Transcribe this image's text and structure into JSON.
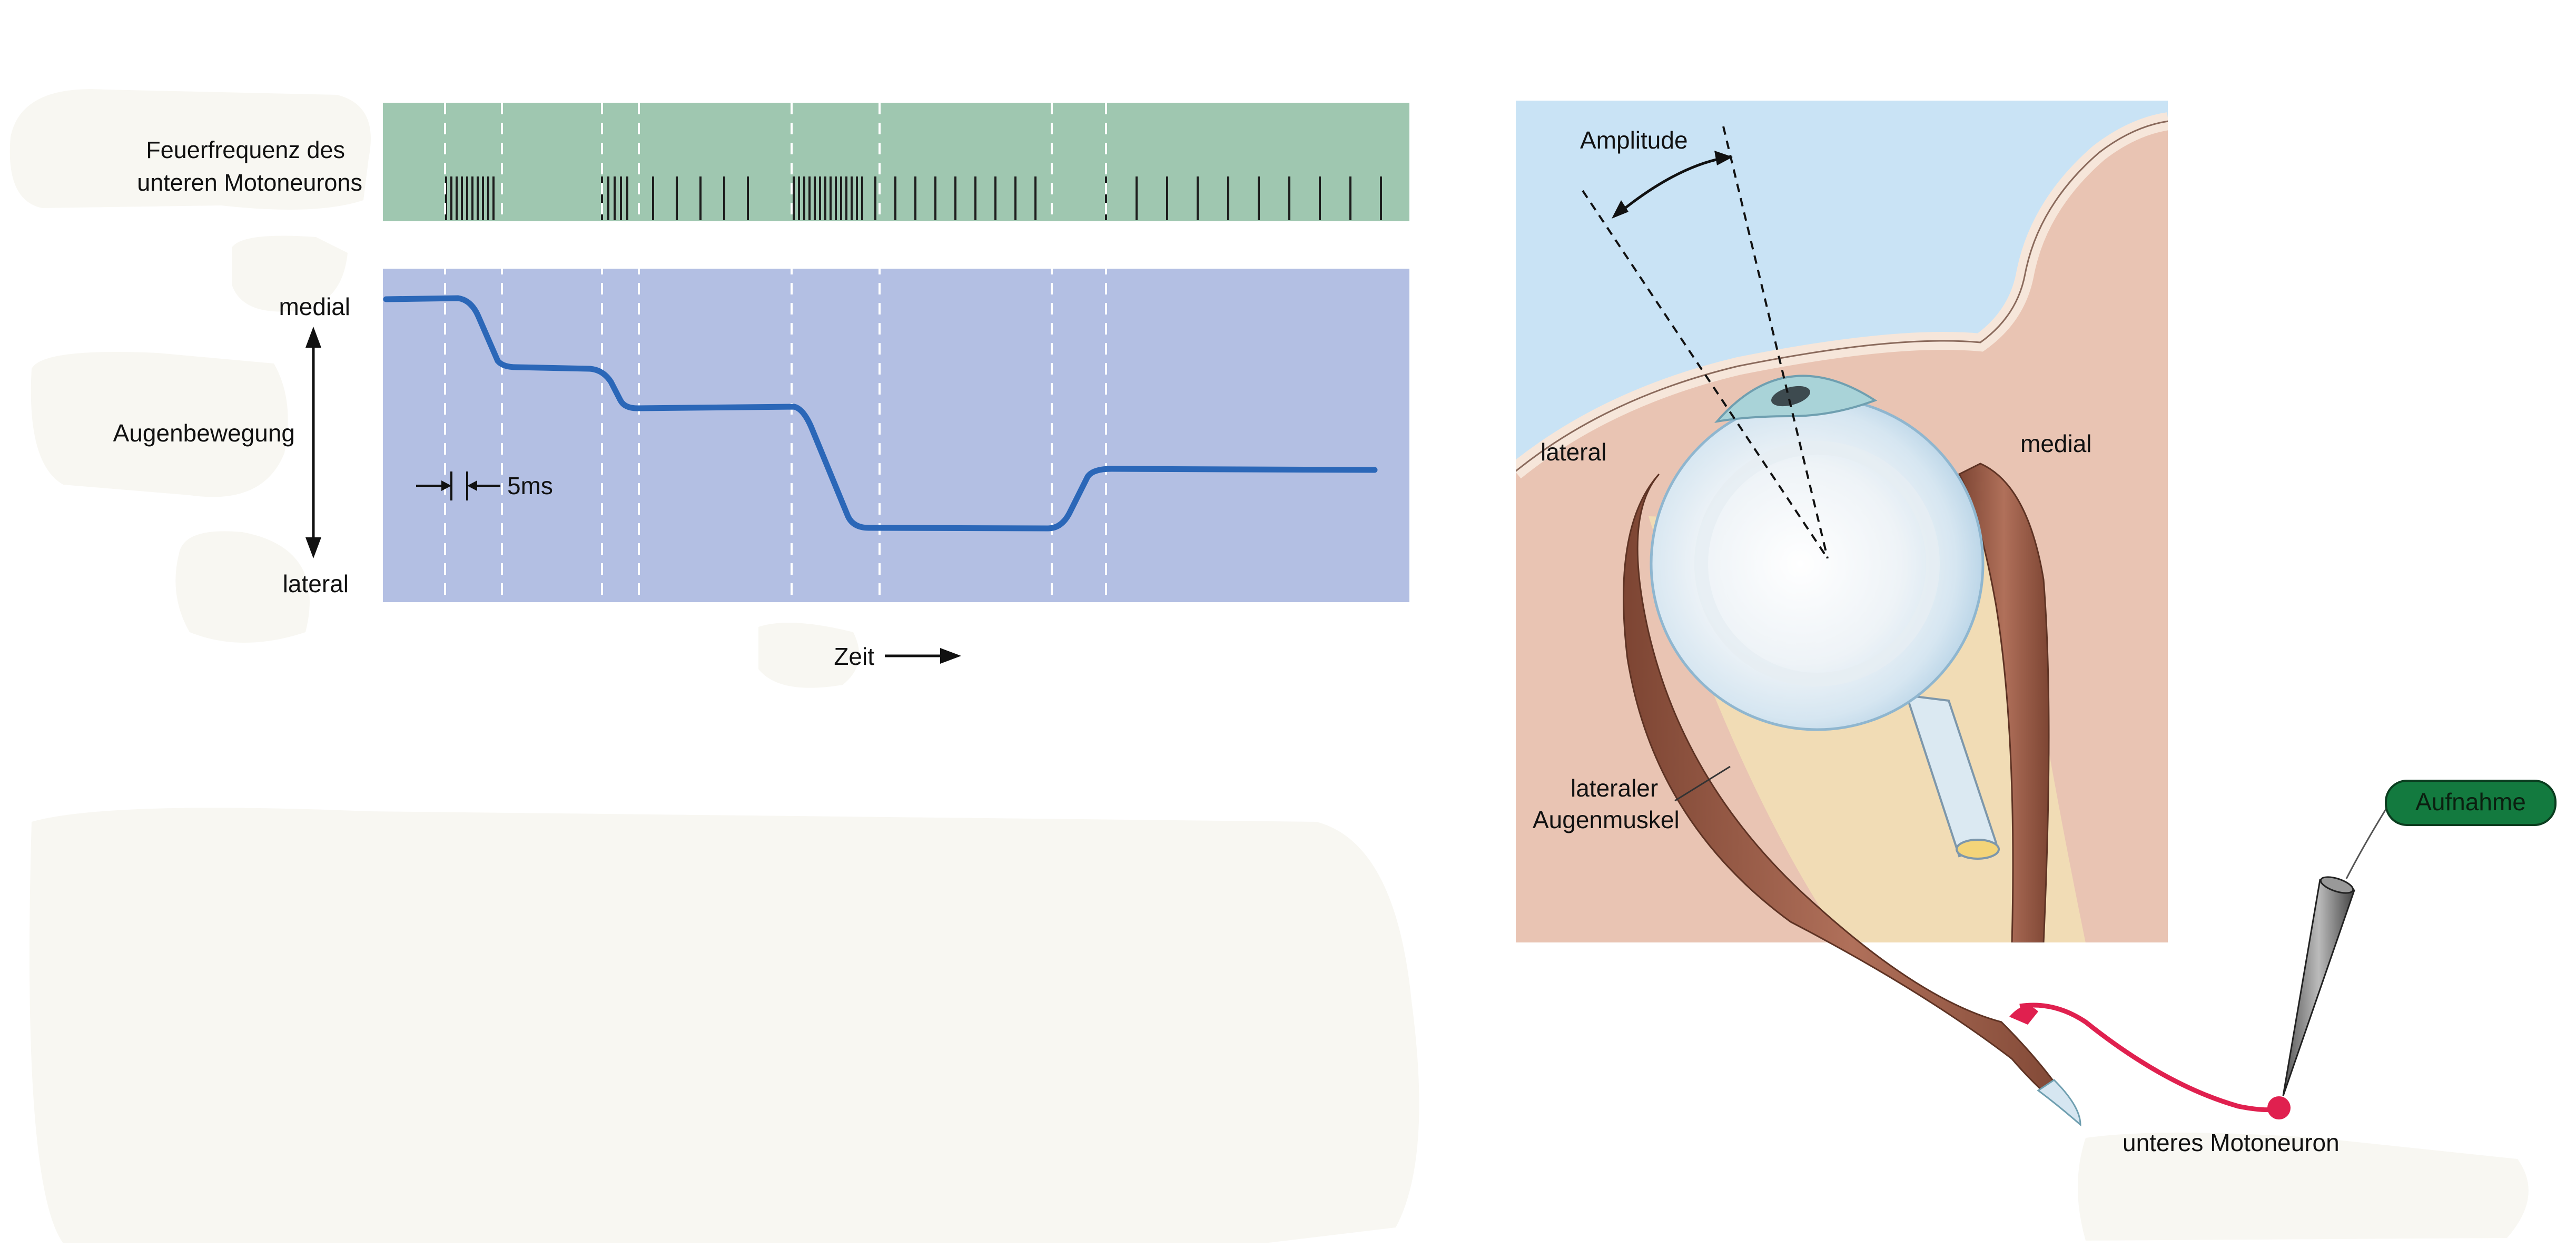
{
  "firing": {
    "label_line1": "Feuerfrequenz des",
    "label_line2": "unteren Motoneurons"
  },
  "movement": {
    "label": "Augenbewegung",
    "top_label": "medial",
    "bottom_label": "lateral",
    "scale_label": "5ms"
  },
  "time": {
    "label": "Zeit"
  },
  "eye": {
    "amplitude_label": "Amplitude",
    "lateral_label": "lateral",
    "medial_label": "medial",
    "muscle_line1": "lateraler",
    "muscle_line2": "Augenmuskel",
    "recording_label": "Aufnahme",
    "motoneuron_label": "unteres Motoneuron"
  },
  "colors": {
    "spike_band": "#9fc7b0",
    "trace_band": "#b3bfe3",
    "trace_line": "#2b67b8",
    "sky": "#c9e3f5",
    "tissue": "#e9c4b3",
    "fat": "#f1dcb5",
    "muscle": "#a06248",
    "nerve": "#e0204f",
    "recording_badge": "#137a3f"
  }
}
